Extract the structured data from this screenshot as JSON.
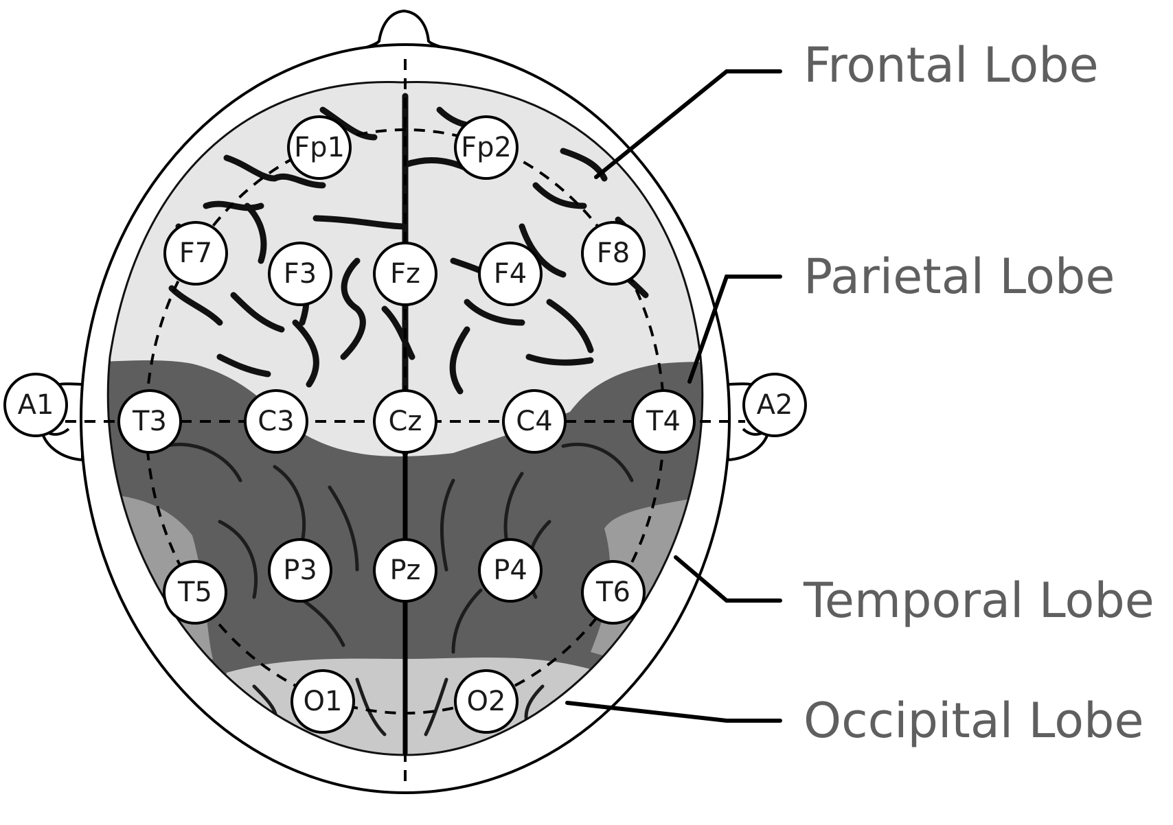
{
  "electrodes": [
    {
      "id": "Fp1",
      "label": "Fp1"
    },
    {
      "id": "Fp2",
      "label": "Fp2"
    },
    {
      "id": "F7",
      "label": "F7"
    },
    {
      "id": "F3",
      "label": "F3"
    },
    {
      "id": "Fz",
      "label": "Fz"
    },
    {
      "id": "F4",
      "label": "F4"
    },
    {
      "id": "F8",
      "label": "F8"
    },
    {
      "id": "A1",
      "label": "A1"
    },
    {
      "id": "T3",
      "label": "T3"
    },
    {
      "id": "C3",
      "label": "C3"
    },
    {
      "id": "Cz",
      "label": "Cz"
    },
    {
      "id": "C4",
      "label": "C4"
    },
    {
      "id": "T4",
      "label": "T4"
    },
    {
      "id": "A2",
      "label": "A2"
    },
    {
      "id": "T5",
      "label": "T5"
    },
    {
      "id": "P3",
      "label": "P3"
    },
    {
      "id": "Pz",
      "label": "Pz"
    },
    {
      "id": "P4",
      "label": "P4"
    },
    {
      "id": "T6",
      "label": "T6"
    },
    {
      "id": "O1",
      "label": "O1"
    },
    {
      "id": "O2",
      "label": "O2"
    }
  ],
  "lobes": [
    {
      "id": "frontal",
      "label": "Frontal Lobe"
    },
    {
      "id": "parietal",
      "label": "Parietal Lobe"
    },
    {
      "id": "temporal",
      "label": "Temporal Lobe"
    },
    {
      "id": "occipital",
      "label": "Occipital Lobe"
    }
  ],
  "colors": {
    "frontal": "#e6e6e6",
    "parietal": "#5e5e5e",
    "temporal": "#9c9c9c",
    "occipital": "#c9c9c9",
    "label_text": "#5f5f5f",
    "outline": "#000000"
  }
}
